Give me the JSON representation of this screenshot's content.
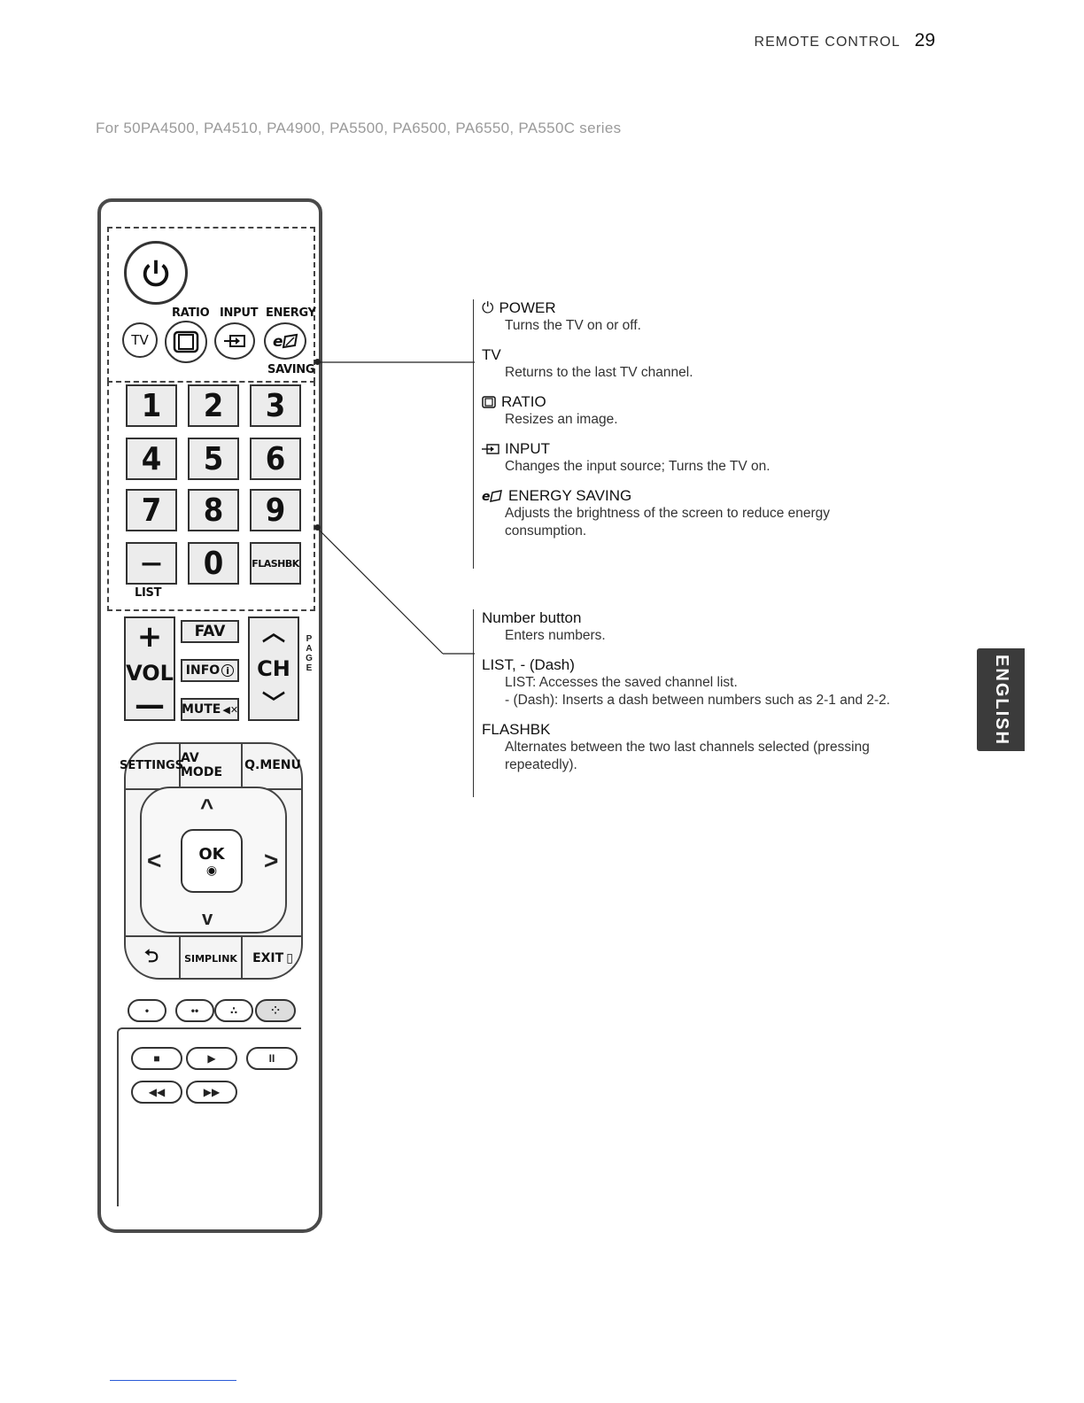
{
  "header": {
    "section_title": "REMOTE CONTROL",
    "page_number": "29"
  },
  "model_line": "For 50PA4500, PA4510, PA4900, PA5500, PA6500, PA6550, PA550C series",
  "remote": {
    "labels": {
      "ratio": "RATIO",
      "input": "INPUT",
      "energy": "ENERGY",
      "saving": "SAVING",
      "tv": "TV",
      "list": "LIST"
    },
    "numbers": [
      "1",
      "2",
      "3",
      "4",
      "5",
      "6",
      "7",
      "8",
      "9",
      "—",
      "0",
      "FLASHBK"
    ],
    "vol": "VOL",
    "ch": "CH",
    "fav": "FAV",
    "info": "INFO",
    "mute": "MUTE",
    "page": "PAGE",
    "settings": "SETTINGS",
    "av_mode": "AV MODE",
    "q_menu": "Q.MENU",
    "ok": "OK",
    "simplink": "SIMPLINK",
    "exit": "EXIT"
  },
  "descriptions": {
    "group1": [
      {
        "icon": "power-icon",
        "title": "POWER",
        "text": "Turns the TV on or off."
      },
      {
        "icon": "",
        "title": "TV",
        "text": "Returns to the last TV channel."
      },
      {
        "icon": "ratio-icon",
        "title": "RATIO",
        "text": "Resizes an image."
      },
      {
        "icon": "input-icon",
        "title": "INPUT",
        "text": "Changes the input source; Turns the TV on."
      },
      {
        "icon": "energy-saving-icon",
        "title": "ENERGY SAVING",
        "text": "Adjusts the brightness of the screen to reduce energy consumption."
      }
    ],
    "group2": [
      {
        "title": "Number button",
        "text": "Enters numbers."
      },
      {
        "title": "LIST, - (Dash)",
        "text": "LIST: Accesses the saved channel list.",
        "text2": "- (Dash): Inserts a dash between numbers such as 2-1 and 2-2."
      },
      {
        "title": "FLASHBK",
        "text": "Alternates between the two last channels selected (pressing repeatedly)."
      }
    ]
  },
  "side_tab": "ENGLISH"
}
